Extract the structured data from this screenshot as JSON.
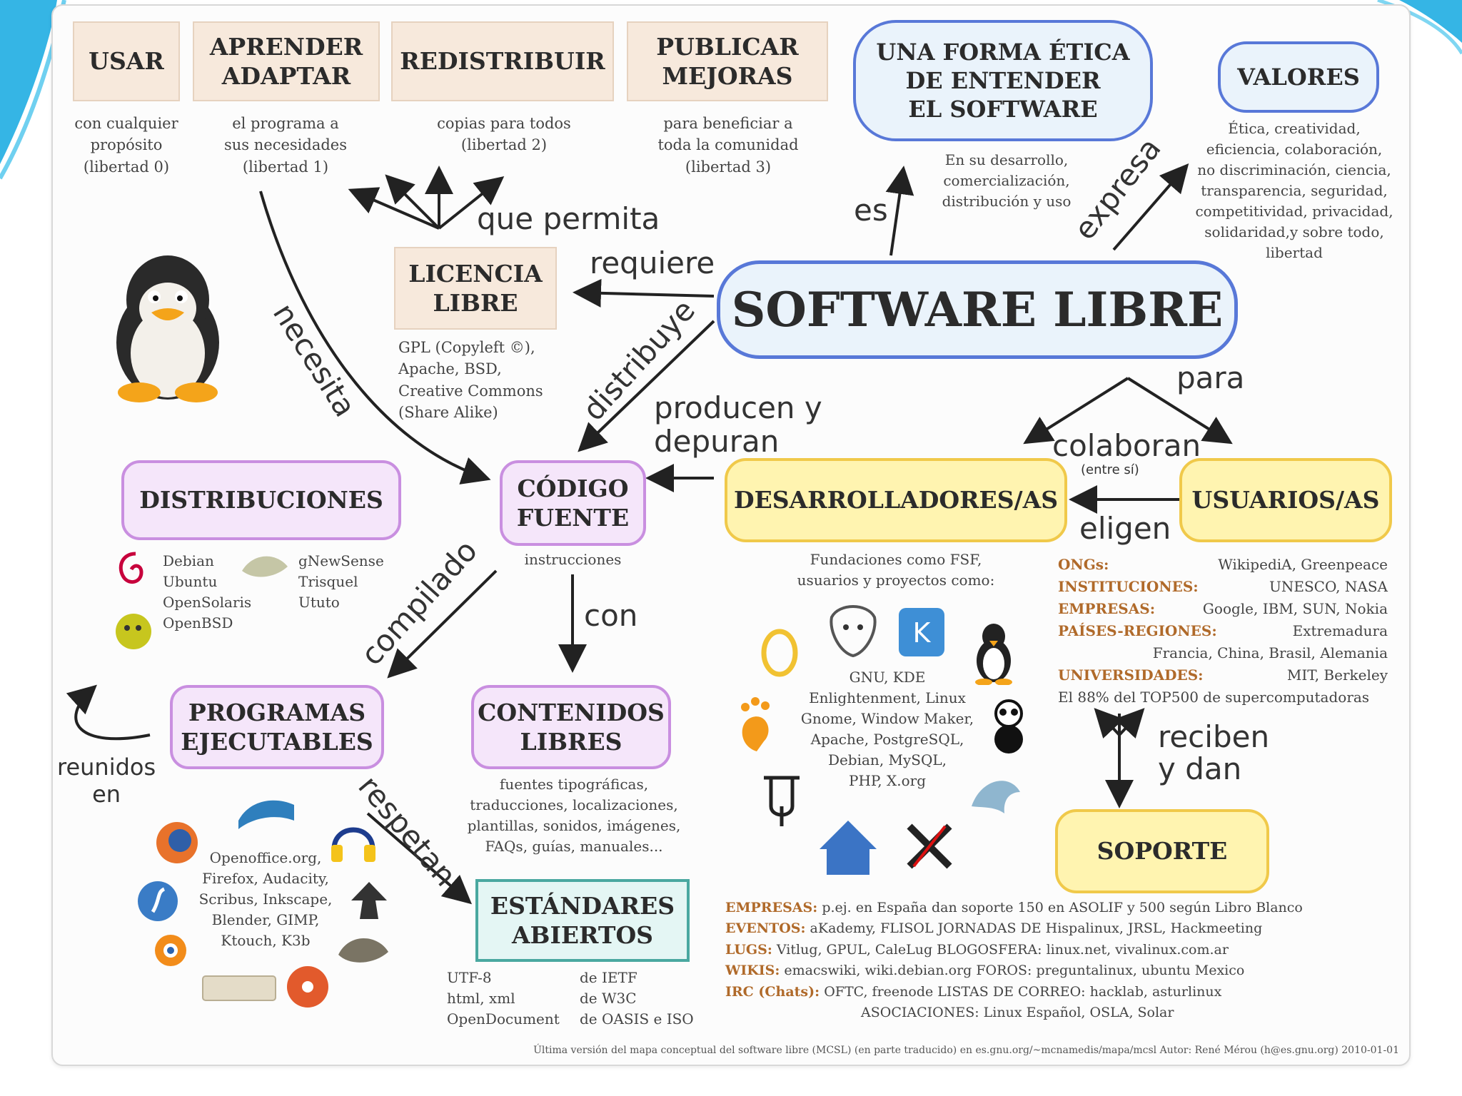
{
  "nodes": {
    "usar": "USAR",
    "aprender": "APRENDER\nADAPTAR",
    "redistribuir": "REDISTRIBUIR",
    "publicar": "PUBLICAR\nMEJORAS",
    "etica": "UNA FORMA ÉTICA\nDE ENTENDER\nEL SOFTWARE",
    "valores": "VALORES",
    "licencia": "LICENCIA\nLIBRE",
    "software": "SOFTWARE LIBRE",
    "distribuciones": "DISTRIBUCIONES",
    "codigo": "CÓDIGO\nFUENTE",
    "desarrolladores": "DESARROLLADORES/AS",
    "usuarios": "USUARIOS/AS",
    "programas": "PROGRAMAS\nEJECUTABLES",
    "contenidos": "CONTENIDOS\nLIBRES",
    "soporte": "SOPORTE",
    "estandares": "ESTÁNDARES\nABIERTOS"
  },
  "notes": {
    "usar": "con cualquier\npropósito\n(libertad 0)",
    "aprender": "el programa a\nsus necesidades\n(libertad 1)",
    "redistribuir": "copias para todos\n(libertad 2)",
    "publicar": "para beneficiar a\ntoda la comunidad\n(libertad 3)",
    "etica": "En su desarrollo,\ncomercialización,\ndistribución y uso",
    "valores": "Ética, creatividad,\neficiencia, colaboración,\nno discriminación, ciencia,\ntransparencia, seguridad,\ncompetitividad, privacidad,\nsolidaridad,y sobre todo,\nlibertad",
    "licencia": "GPL (Copyleft ©),\nApache, BSD,\nCreative Commons\n(Share Alike)",
    "codigo": "instrucciones",
    "desarrolladores": "Fundaciones como FSF,\nusuarios y proyectos como:",
    "projects": "GNU, KDE\nEnlightenment, Linux\nGnome, Window Maker,\nApache, PostgreSQL,\nDebian, MySQL,\nPHP, X.org",
    "contenidos": "fuentes tipográficas,\ntraducciones, localizaciones,\nplantillas, sonidos, imágenes,\nFAQs, guías, manuales...",
    "programas": "Openoffice.org,\nFirefox, Audacity,\nScribus, Inkscape,\nBlender, GIMP,\nKtouch, K3b",
    "estandares_left": "UTF-8\nhtml, xml\nOpenDocument",
    "estandares_right": "de IETF\nde W3C\nde OASIS e ISO",
    "distros_left": "Debian\nUbuntu\nOpenSolaris\nOpenBSD",
    "distros_right": "gNewSense\nTrisquel\nUtuto",
    "footer": "Última versión del mapa conceptual del software libre (MCSL) (en parte traducido) en es.gnu.org/~mcnamedis/mapa/mcsl Autor: René Mérou (h@es.gnu.org) 2010-01-01"
  },
  "labels": {
    "que_permita": "que permita",
    "requiere": "requiere",
    "es": "es",
    "expresa": "expresa",
    "necesita": "necesita",
    "distribuye": "distribuye",
    "producen": "producen y\ndepuran",
    "para": "para",
    "colaboran": "colaboran",
    "entre": "(entre sí)",
    "eligen": "eligen",
    "compilado": "compilado",
    "con": "con",
    "reunidos": "reunidos\nen",
    "respetan": "respetan",
    "reciben": "reciben\ny dan"
  },
  "users_list": [
    {
      "k": "ONGs:",
      "v": "WikipediA, Greenpeace"
    },
    {
      "k": "INSTITUCIONES:",
      "v": "UNESCO, NASA"
    },
    {
      "k": "EMPRESAS:",
      "v": "Google, IBM, SUN, Nokia"
    },
    {
      "k": "PAÍSES-REGIONES:",
      "v": "Extremadura"
    },
    {
      "k": "",
      "v": "Francia, China, Brasil, Alemania"
    },
    {
      "k": "UNIVERSIDADES:",
      "v": "MIT, Berkeley"
    },
    {
      "k": "",
      "v": "El 88% del TOP500 de supercomputadoras"
    }
  ],
  "support_list": [
    {
      "k": "EMPRESAS:",
      "v": "p.ej. en España dan soporte 150 en ASOLIF y 500 según Libro Blanco"
    },
    {
      "k": "EVENTOS:",
      "v": "aKademy, FLISOL  JORNADAS DE  Hispalinux, JRSL, Hackmeeting"
    },
    {
      "k": "LUGS:",
      "v": "Vitlug, GPUL, CaleLug   BLOGOSFERA:   linux.net, vivalinux.com.ar"
    },
    {
      "k": "WIKIS:",
      "v": "emacswiki, wiki.debian.org   FOROS:   preguntalinux, ubuntu Mexico"
    },
    {
      "k": "IRC (Chats):",
      "v": "OFTC, freenode  LISTAS DE CORREO:  hacklab, asturlinux"
    },
    {
      "k": "",
      "v": "ASOCIACIONES:   Linux Español, OSLA, Solar"
    }
  ],
  "colors": {
    "beige": "#f7e9dc",
    "purple_border": "#c98fe0",
    "yellow": "#fff4b0",
    "blue_border": "#5878d8",
    "teal_border": "#4aa8a0",
    "accent_orange": "#b06a2a",
    "swoosh": "#2fb4e0"
  },
  "icons": [
    "debian-icon",
    "gnewsense-icon",
    "openbsd-icon",
    "penguin-icon",
    "gnu-icon",
    "kde-icon",
    "tux-icon",
    "enlightenment-icon",
    "gnome-icon",
    "mysql-icon",
    "x-org-icon",
    "firefox-icon",
    "openoffice-icon",
    "audacity-icon",
    "inkscape-icon",
    "blender-icon",
    "gimp-icon",
    "k3b-icon",
    "scribus-icon"
  ]
}
